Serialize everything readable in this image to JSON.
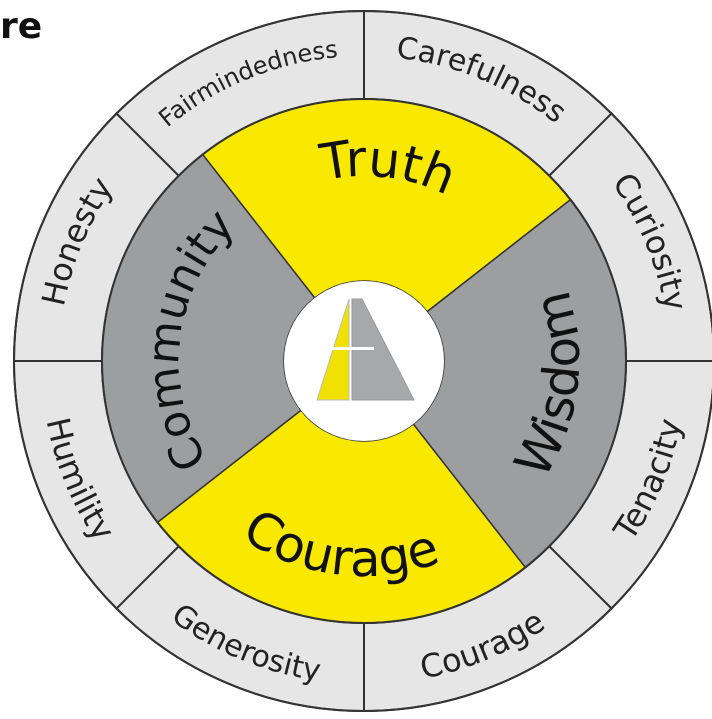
{
  "title_fragment": "re",
  "colors": {
    "yellow": "#f9e900",
    "gray": "#9c9e9f",
    "outer_fill": "#e6e6e6",
    "line": "#333333",
    "logo_yellow": "#f1e100",
    "logo_gray": "#a6a8aa"
  },
  "inner_sectors": [
    {
      "label": "Truth",
      "color": "yellow"
    },
    {
      "label": "Wisdom",
      "color": "gray"
    },
    {
      "label": "Courage",
      "color": "yellow"
    },
    {
      "label": "Community",
      "color": "gray"
    }
  ],
  "outer_sectors": [
    {
      "label": "Carefulness"
    },
    {
      "label": "Curiosity"
    },
    {
      "label": "Tenacity"
    },
    {
      "label": "Courage"
    },
    {
      "label": "Generosity"
    },
    {
      "label": "Humility"
    },
    {
      "label": "Honesty"
    },
    {
      "label": "Fairmindedness"
    }
  ],
  "logo": {
    "name": "center-logo-icon"
  }
}
